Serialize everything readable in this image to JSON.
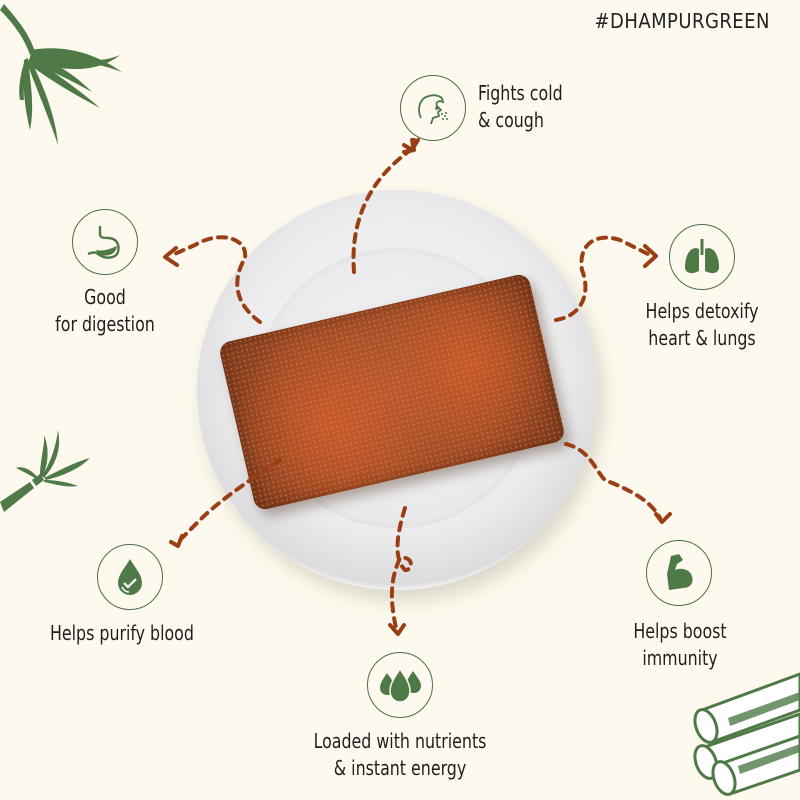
{
  "hashtag": "#DHAMPURGREEN",
  "colors": {
    "background": "#fdf9ee",
    "icon_green": "#4f7a48",
    "arrow_brown": "#9a3f15",
    "text": "#1f1f1f"
  },
  "center_image": {
    "subject": "jaggery-block-on-plate"
  },
  "benefits": [
    {
      "id": "cold",
      "icon": "sneeze-face-icon",
      "line1": "Fights cold",
      "line2": "& cough"
    },
    {
      "id": "digestion",
      "icon": "stomach-icon",
      "line1": "Good",
      "line2": "for digestion"
    },
    {
      "id": "detox",
      "icon": "lungs-icon",
      "line1": "Helps detoxify",
      "line2": "heart & lungs"
    },
    {
      "id": "blood",
      "icon": "blood-drop-check-icon",
      "line1": "Helps purify blood",
      "line2": ""
    },
    {
      "id": "immunity",
      "icon": "flexed-arm-icon",
      "line1": "Helps boost",
      "line2": "immunity"
    },
    {
      "id": "energy",
      "icon": "droplets-icon",
      "line1": "Loaded with nutrients",
      "line2": "& instant energy"
    }
  ],
  "decorations": [
    "sugarcane-leaves-top-left",
    "sugarcane-stalk-left",
    "sugarcane-sticks-bottom-right"
  ]
}
